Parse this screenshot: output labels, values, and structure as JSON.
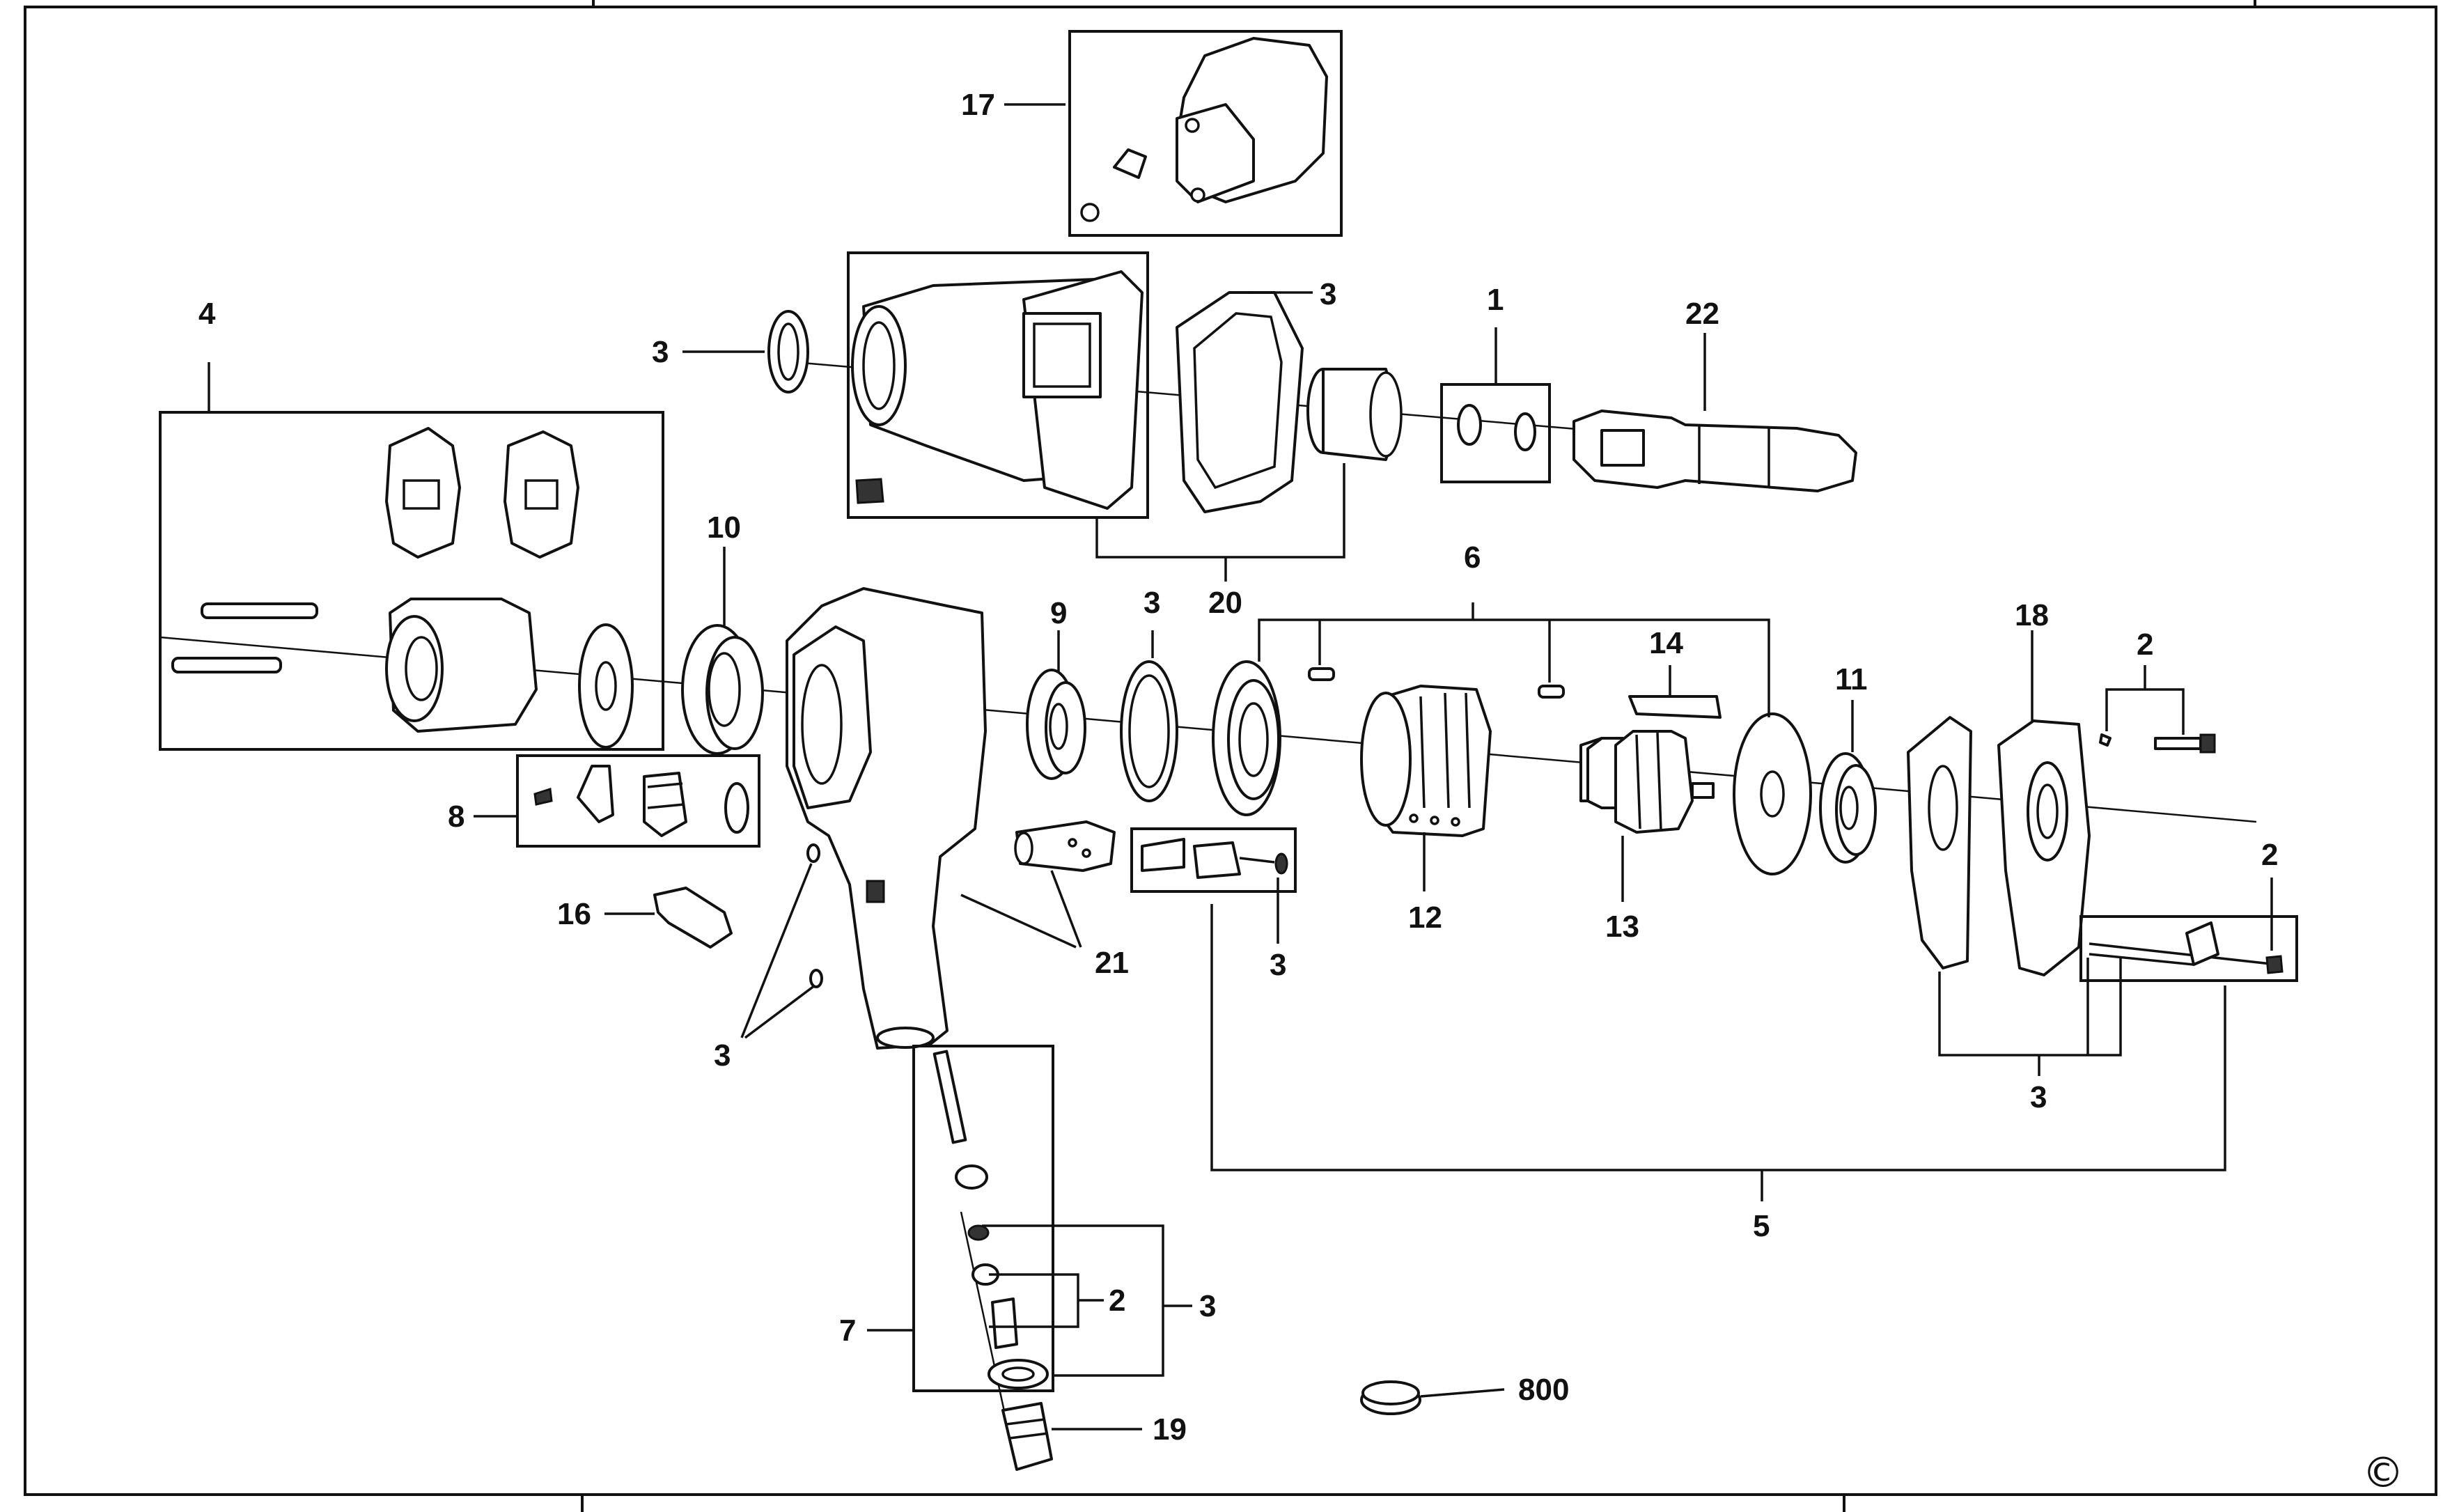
{
  "diagram": {
    "labels": {
      "l17": "17",
      "l4": "4",
      "l3a": "3",
      "l3b": "3",
      "l1": "1",
      "l22": "22",
      "l10": "10",
      "l20": "20",
      "l9": "9",
      "l3c": "3",
      "l6": "6",
      "l14": "14",
      "l18": "18",
      "l2a": "2",
      "l11": "11",
      "l8": "8",
      "l12": "12",
      "l13": "13",
      "l16": "16",
      "l21": "21",
      "l3d": "3",
      "l2b": "2",
      "l3e": "3",
      "l3f": "3",
      "l5": "5",
      "l2c": "2",
      "l3g": "3",
      "l7": "7",
      "l800": "800",
      "l19": "19"
    },
    "copyright": "©"
  }
}
